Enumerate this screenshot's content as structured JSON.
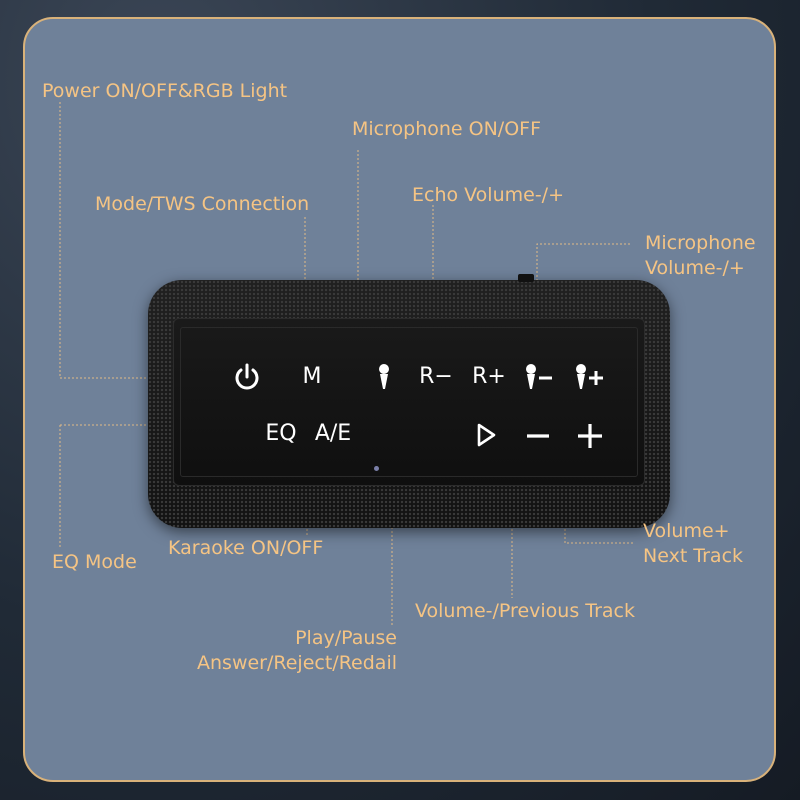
{
  "labels": {
    "power": "Power ON/OFF&RGB Light",
    "mic_onoff": "Microphone ON/OFF",
    "mode": "Mode/TWS Connection",
    "echo": "Echo Volume-/+",
    "mic_volume_line1": "Microphone",
    "mic_volume_line2": "Volume-/+",
    "volume_plus_line1": "Volume+",
    "volume_plus_line2": "Next Track",
    "eq_mode": "EQ Mode",
    "karaoke": "Karaoke ON/OFF",
    "volume_minus": "Volume-/Previous Track",
    "play_line1": "Play/Pause",
    "play_line2": "Answer/Reject/Redail"
  },
  "keys": {
    "mode": "M",
    "echo_minus": "R−",
    "echo_plus": "R+",
    "eq": "EQ",
    "ae": "A/E"
  },
  "icons": [
    "power-icon",
    "microphone-icon",
    "mic-minus-icon",
    "mic-plus-icon",
    "play-icon",
    "minus-icon",
    "plus-icon"
  ],
  "colors": {
    "label": "#f5c484",
    "panel": "#6f8199",
    "border": "#d9b27a",
    "speaker": "#161616"
  }
}
